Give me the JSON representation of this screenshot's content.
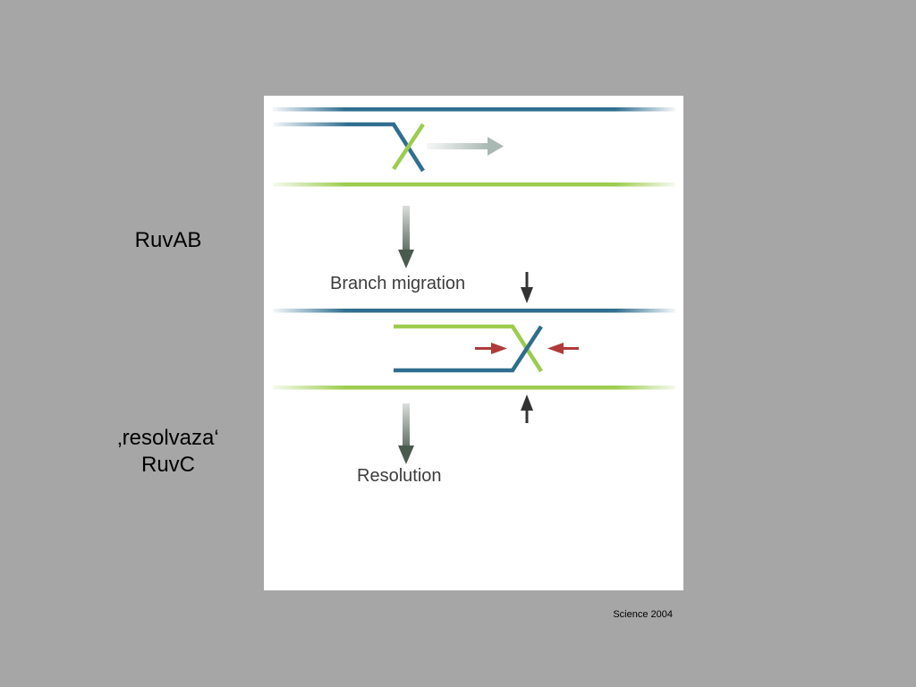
{
  "slide": {
    "left_labels": {
      "ruvab": "RuvAB",
      "resolvaza": "‚resolvaza‘",
      "ruvc": "RuvC"
    },
    "citation": "Science 2004"
  },
  "figure": {
    "step_labels": {
      "branch_migration": "Branch migration",
      "resolution": "Resolution"
    },
    "colors": {
      "blue_strand": "#2f6e8f",
      "green_strand": "#9ccc4e",
      "down_arrow": "#4a5a4f",
      "migration_arrow": "#a9b8b2",
      "cut_arrow_red": "#b03a3a",
      "cut_arrow_dark": "#333333"
    }
  }
}
